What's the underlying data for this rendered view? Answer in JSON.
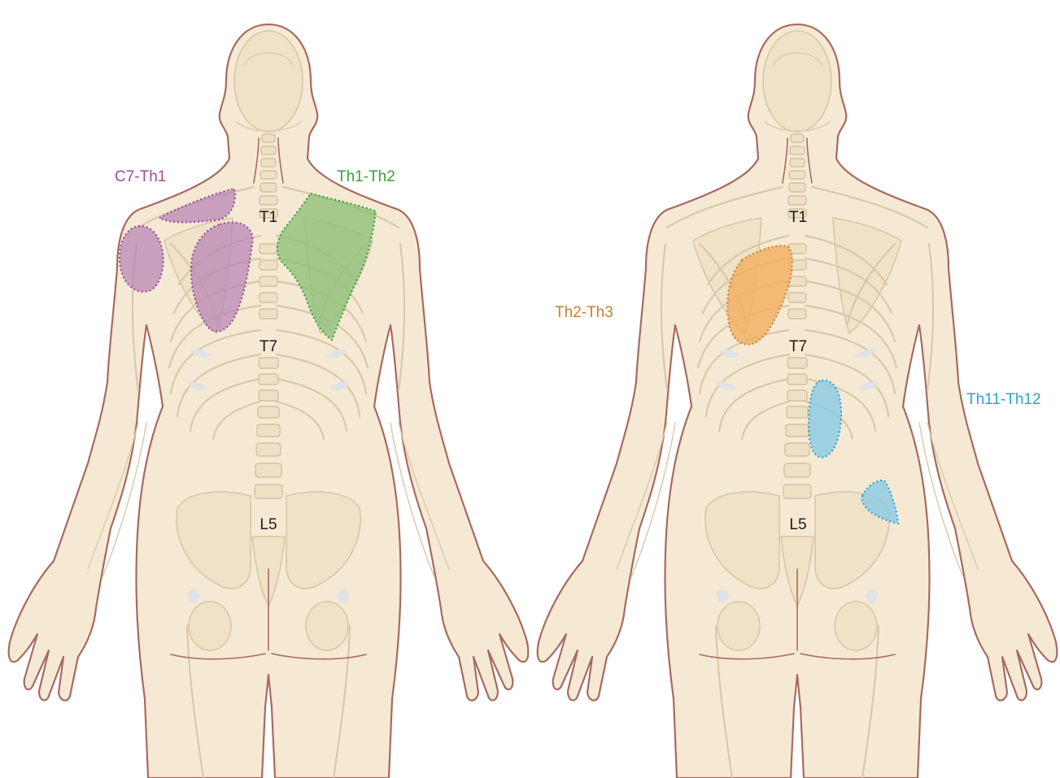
{
  "figures": [
    {
      "name": "left-back-view",
      "vertebra_labels": [
        "T1",
        "T7",
        "L5"
      ],
      "zones": [
        {
          "label": "C7-Th1",
          "color": "#9b4c9b",
          "fill": "#b684b6"
        },
        {
          "label": "Th1-Th2",
          "color": "#3aa23a",
          "fill": "#8fc07a"
        }
      ]
    },
    {
      "name": "right-back-view",
      "vertebra_labels": [
        "T1",
        "T7",
        "L5"
      ],
      "zones": [
        {
          "label": "Th2-Th3",
          "color": "#c8802e",
          "fill": "#f2b061"
        },
        {
          "label": "Th11-Th12",
          "color": "#2aa5d5",
          "fill": "#8fcbe3"
        }
      ]
    }
  ]
}
